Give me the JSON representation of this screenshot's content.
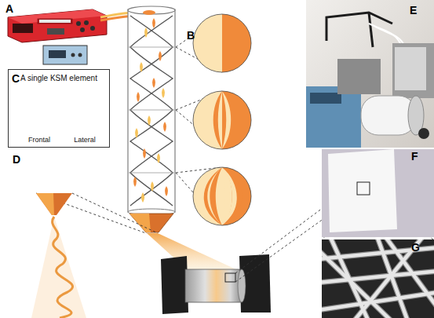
{
  "diagram": {
    "nodes": [
      {
        "text": [
          "A single KSM element",
          "Frontal",
          "Lateral"
        ]
      }
    ],
    "labels": [
      "A",
      "B",
      "C",
      "D",
      "E",
      "F",
      "G"
    ]
  }
}
